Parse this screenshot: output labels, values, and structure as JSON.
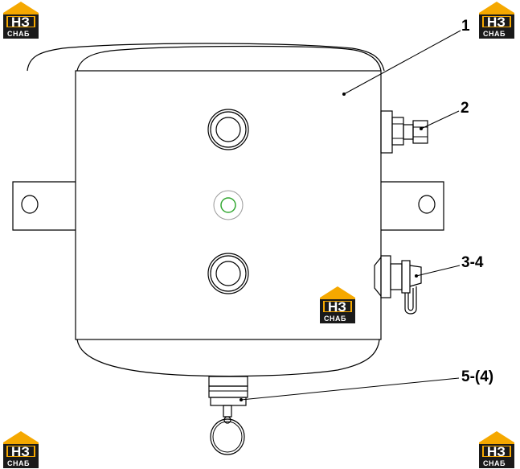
{
  "callouts": [
    {
      "label": "1"
    },
    {
      "label": "2"
    },
    {
      "label": "3-4"
    },
    {
      "label": "5-(4)"
    }
  ],
  "watermark": {
    "line1": "НЗ",
    "line2": "СНАБ",
    "accent_color": "#f5a800",
    "dark_color": "#1a1a1a"
  }
}
